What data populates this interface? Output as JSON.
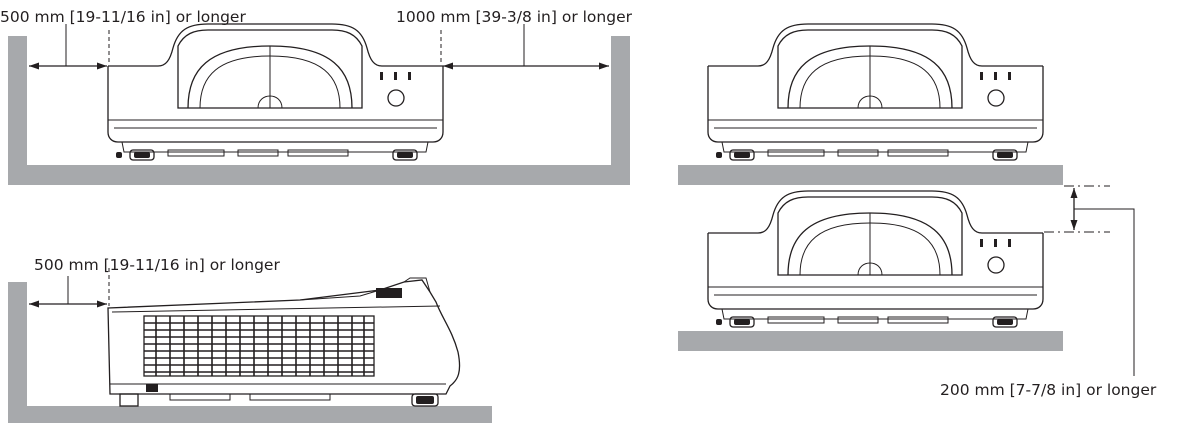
{
  "labels": {
    "top_left": "500 mm [19-11/16 in] or longer",
    "top_right": "1000 mm [39-3/8 in] or longer",
    "bottom_left": "500 mm [19-11/16 in] or longer",
    "stack_gap": "200 mm [7-7/8 in] or longer"
  },
  "colors": {
    "wall": "#a7a9ac",
    "line": "#231f20"
  }
}
